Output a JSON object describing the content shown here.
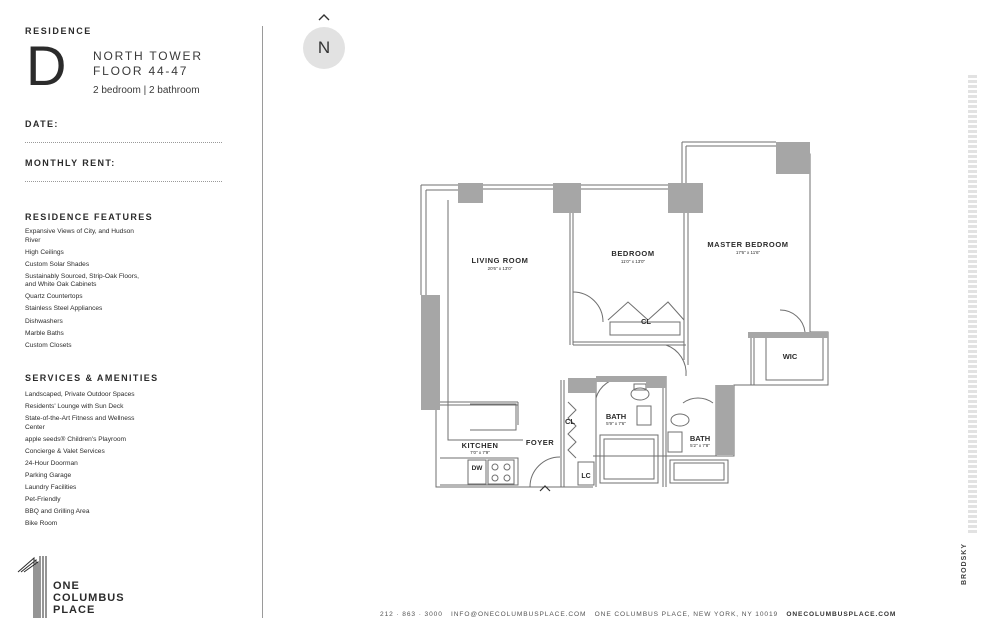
{
  "residence": {
    "label": "RESIDENCE",
    "letter": "D",
    "tower": "NORTH TOWER",
    "floor": "FLOOR 44-47",
    "bed_bath": "2 bedroom  |  2 bathroom"
  },
  "fields": {
    "date_label": "DATE:",
    "rent_label": "MONTHLY RENT:"
  },
  "features": {
    "title": "RESIDENCE FEATURES",
    "items": [
      "Expansive Views of City, and Hudson River",
      "High Ceilings",
      "Custom Solar Shades",
      "Sustainably Sourced, Strip-Oak Floors, and White Oak Cabinets",
      "Quartz Countertops",
      "Stainless Steel Appliances",
      "Dishwashers",
      "Marble Baths",
      "Custom Closets"
    ]
  },
  "amenities": {
    "title": "SERVICES & AMENITIES",
    "items": [
      "Landscaped, Private Outdoor Spaces",
      "Residents' Lounge with Sun Deck",
      "State-of-the-Art Fitness and Wellness Center",
      "apple seeds® Children's Playroom",
      "Concierge & Valet Services",
      "24-Hour Doorman",
      "Parking Garage",
      "Laundry Facilities",
      "Pet-Friendly",
      "BBQ and Grilling Area",
      "Bike Room"
    ]
  },
  "logo": {
    "line1": "ONE",
    "line2": "COLUMBUS",
    "line3": "PLACE"
  },
  "compass": {
    "letter": "N"
  },
  "rooms": {
    "living": {
      "name": "LIVING ROOM",
      "dims": "20'6\" x 13'0\""
    },
    "bedroom": {
      "name": "BEDROOM",
      "dims": "11'0\" x 13'0\""
    },
    "master": {
      "name": "MASTER BEDROOM",
      "dims": "17'6\" x 11'6\""
    },
    "wic": {
      "name": "WIC"
    },
    "kitchen": {
      "name": "KITCHEN",
      "dims": "7'0\" x 7'9\""
    },
    "dw": {
      "name": "DW"
    },
    "foyer": {
      "name": "FOYER"
    },
    "cl_bed": {
      "name": "CL"
    },
    "cl_foyer": {
      "name": "CL"
    },
    "lc": {
      "name": "LC"
    },
    "bath1": {
      "name": "BATH",
      "dims": "5'9\" x 7'6\""
    },
    "bath2": {
      "name": "BATH",
      "dims": "5'2\" x 7'8\""
    }
  },
  "footer": {
    "phone": "212 · 863 · 3000",
    "email": "INFO@ONECOLUMBUSPLACE.COM",
    "address": "ONE COLUMBUS PLACE, NEW YORK, NY 10019",
    "website": "ONECOLUMBUSPLACE.COM"
  },
  "brand": "BRODSKY",
  "colors": {
    "wall": "#a6a6a6",
    "line": "#6f6f6f",
    "text": "#2b2b2b"
  }
}
